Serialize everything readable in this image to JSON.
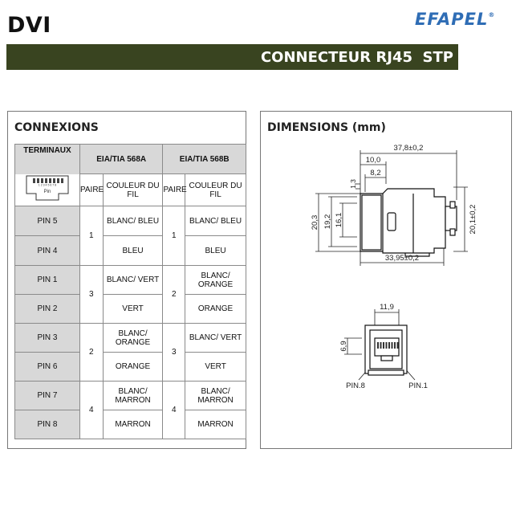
{
  "header": {
    "doc_code": "DVI",
    "brand": "EFAPEL",
    "brand_mark": "®",
    "banner_title": "CONNECTEUR RJ45  STP"
  },
  "connections": {
    "title": "CONNEXIONS",
    "col_terminals": "TERMINAUX",
    "col_568a": "EIA/TIA 568A",
    "col_568b": "EIA/TIA 568B",
    "col_pair": "PAIRE",
    "col_wire_color": "COULEUR DU FIL",
    "jack_label": "Pin",
    "jack_pins": "1 2 3 4 5 6 7 8",
    "rows": [
      {
        "pin": "PIN 5",
        "a_color": "BLANC/ BLEU",
        "b_color": "BLANC/ BLEU"
      },
      {
        "pin": "PIN 4",
        "a_color": "BLEU",
        "b_color": "BLEU"
      },
      {
        "pin": "PIN 1",
        "a_color": "BLANC/ VERT",
        "b_color": "BLANC/ ORANGE"
      },
      {
        "pin": "PIN 2",
        "a_color": "VERT",
        "b_color": "ORANGE"
      },
      {
        "pin": "PIN 3",
        "a_color": "BLANC/ ORANGE",
        "b_color": "BLANC/ VERT"
      },
      {
        "pin": "PIN 6",
        "a_color": "ORANGE",
        "b_color": "VERT"
      },
      {
        "pin": "PIN 7",
        "a_color": "BLANC/ MARRON",
        "b_color": "BLANC/ MARRON"
      },
      {
        "pin": "PIN 8",
        "a_color": "MARRON",
        "b_color": "MARRON"
      }
    ],
    "pairs": [
      {
        "a": "1",
        "b": "1"
      },
      {
        "a": "3",
        "b": "2"
      },
      {
        "a": "2",
        "b": "3"
      },
      {
        "a": "4",
        "b": "4"
      }
    ]
  },
  "dimensions": {
    "title": "DIMENSIONS (mm)",
    "side_view": {
      "overall_length": "37,8±0,2",
      "body_length": "33,95±0,2",
      "top_10": "10,0",
      "top_8": "8,2",
      "notch": "1,3",
      "height_left": "20,3",
      "height_19": "19,2",
      "height_16": "16,1",
      "height_right": "20,1±0,2"
    },
    "front_view": {
      "width": "11,9",
      "height": "6,9",
      "pin_left": "PIN.8",
      "pin_right": "PIN.1"
    }
  },
  "colors": {
    "banner": "#394420",
    "brand": "#2f6db5",
    "header_gray": "#d8d8d8"
  }
}
